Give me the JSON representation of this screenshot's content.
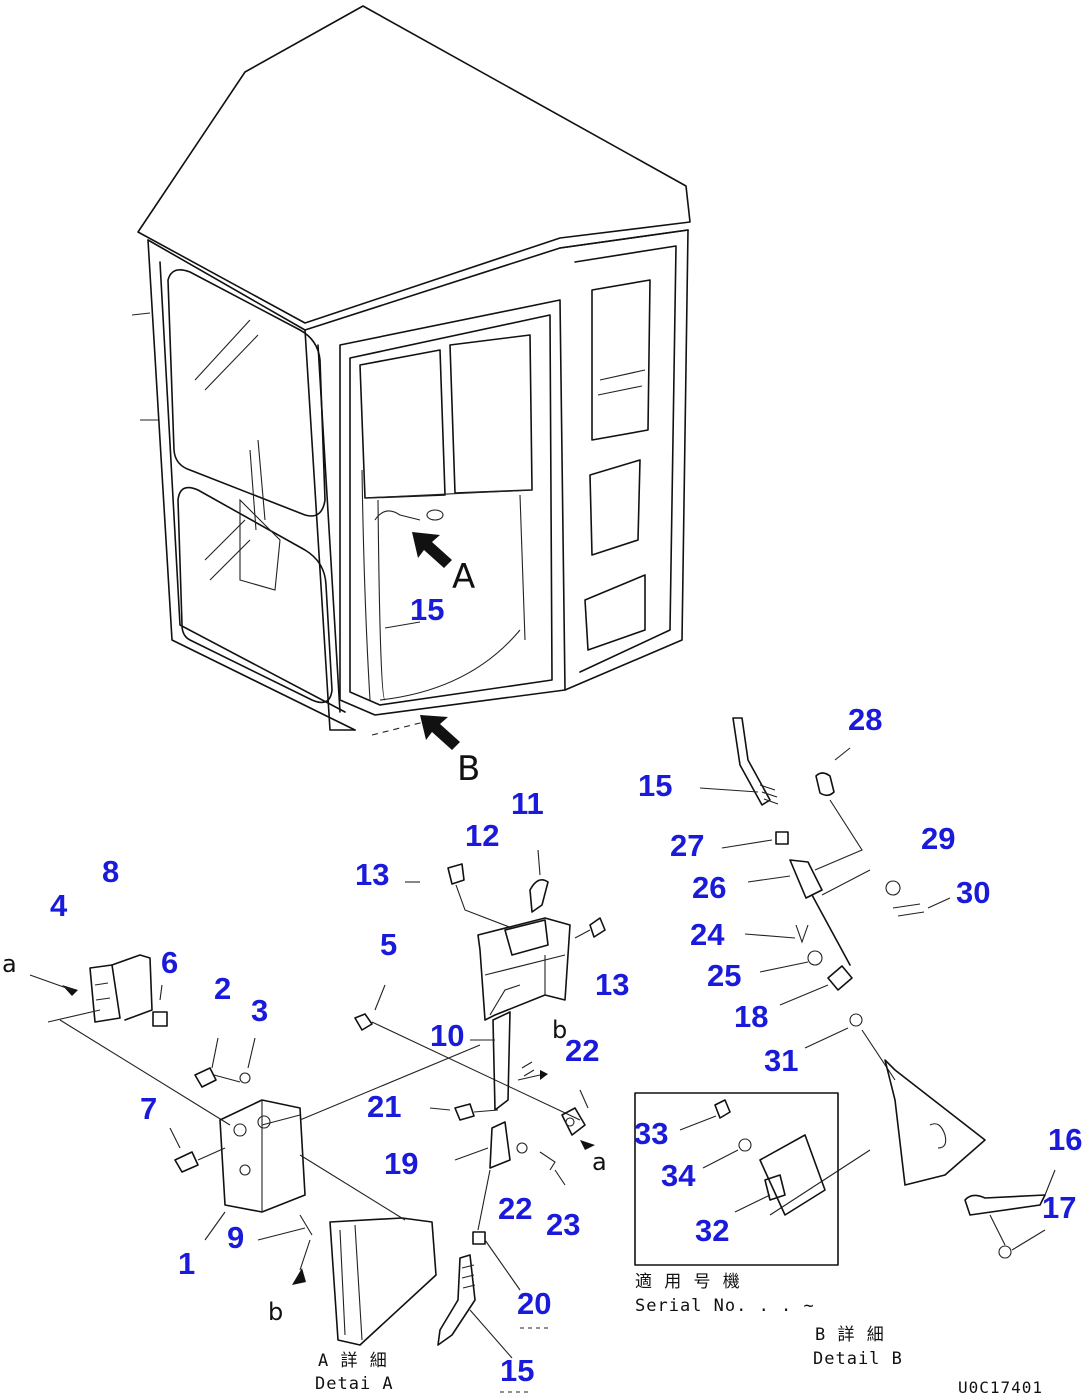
{
  "callouts": {
    "c15_main": "15",
    "c28": "28",
    "c15_b": "15",
    "c27": "27",
    "c29": "29",
    "c26": "26",
    "c30": "30",
    "c24": "24",
    "c25": "25",
    "c18": "18",
    "c31": "31",
    "c16": "16",
    "c17": "17",
    "c11": "11",
    "c12": "12",
    "c13_a": "13",
    "c13_b": "13",
    "c8": "8",
    "c4": "4",
    "c6": "6",
    "c5": "5",
    "c2": "2",
    "c3": "3",
    "c10": "10",
    "c22_a": "22",
    "c7": "7",
    "c21": "21",
    "c19": "19",
    "c22_b": "22",
    "c23": "23",
    "c1": "1",
    "c9": "9",
    "c20": "20",
    "c15_a": "15",
    "c33": "33",
    "c34": "34",
    "c32": "32"
  },
  "view_letters": {
    "arrow_a": "A",
    "arrow_b": "B",
    "ref_a_left": "a",
    "ref_a_right": "a",
    "ref_b_top": "b",
    "ref_b_bottom": "b"
  },
  "captions": {
    "detail_a_jp": "A 詳 細",
    "detail_a_en": "Detai A",
    "detail_b_jp": "B 詳 細",
    "detail_b_en": "Detail B",
    "serial_jp": "適 用 号 機",
    "serial_en": "Serial No. . . ~",
    "drawing_code": "U0C17401"
  },
  "colors": {
    "callout": "#1a1adb",
    "line": "#111111"
  }
}
